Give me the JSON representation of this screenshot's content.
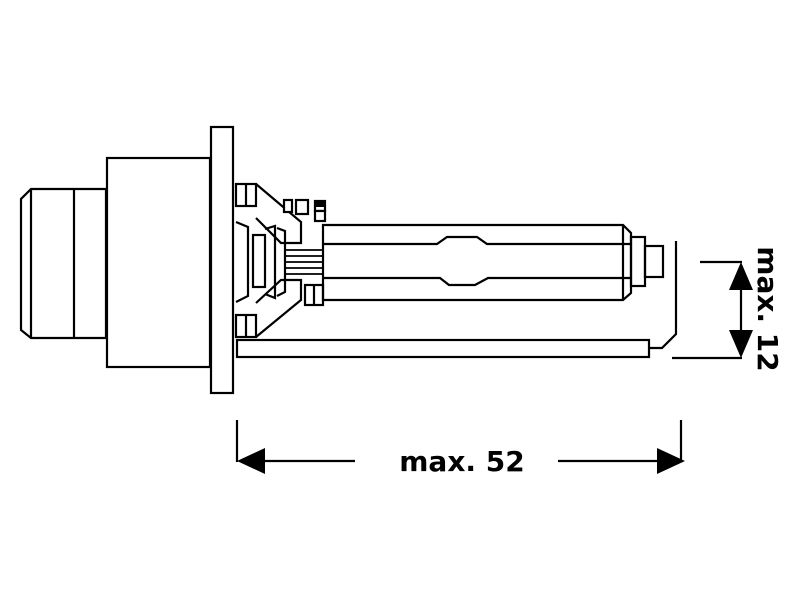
{
  "diagram": {
    "subject": "HID xenon bulb side view",
    "line_color": "#000000",
    "background_color": "#ffffff",
    "dimensions": {
      "length": {
        "label": "max. 52",
        "orientation": "horizontal"
      },
      "height": {
        "label": "max. 12",
        "orientation": "vertical"
      }
    },
    "parts": [
      "connector-plug",
      "base-housing",
      "mounting-flange",
      "lamp-holder-cage",
      "discharge-tube",
      "return-lead-wire"
    ]
  }
}
